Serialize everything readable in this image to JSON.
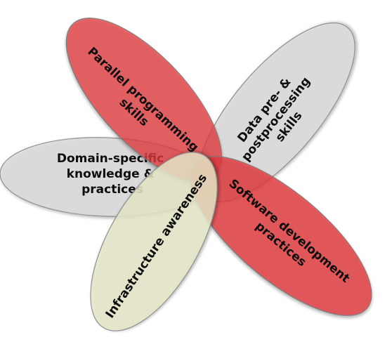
{
  "diagram": {
    "petals": [
      {
        "id": "domain",
        "lines": [
          "Domain-specific",
          "knowledge &",
          "practices"
        ],
        "fill": "#d9d9d9",
        "stroke": "#8c8c8c",
        "opacity": 0.72
      },
      {
        "id": "data",
        "lines": [
          "Data pre- &",
          "postprocessing",
          "skills"
        ],
        "fill": "#d9d9d9",
        "stroke": "#8c8c8c",
        "opacity": 0.72
      },
      {
        "id": "parallel",
        "lines": [
          "Parallel programming",
          "skills"
        ],
        "fill": "#e23b3e",
        "stroke": "#7a7a7a",
        "opacity": 0.74
      },
      {
        "id": "software",
        "lines": [
          "Software development",
          "practices"
        ],
        "fill": "#e23b3e",
        "stroke": "#7a7a7a",
        "opacity": 0.8
      },
      {
        "id": "infrastructure",
        "lines": [
          "Infrastructure awareness"
        ],
        "fill": "#e8e8c8",
        "stroke": "#8c8c8c",
        "opacity": 0.82
      }
    ]
  }
}
